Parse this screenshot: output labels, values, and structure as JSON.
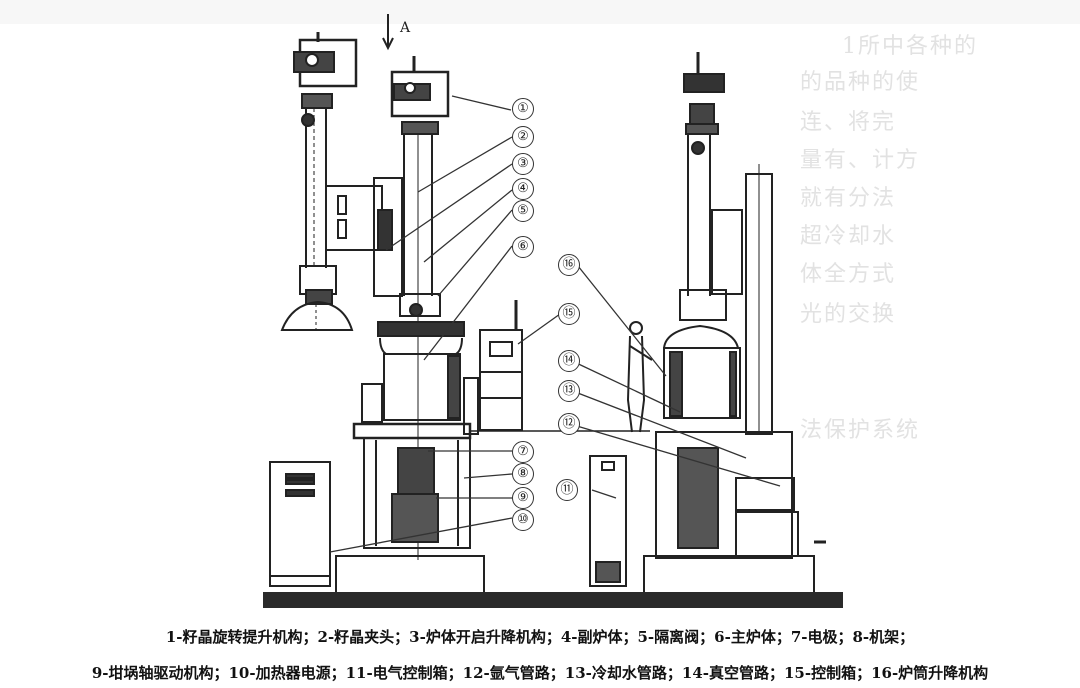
{
  "figure": {
    "view_label": "A",
    "ghost_text_lines": [
      "1所中各种的",
      "的品种的使",
      "连、将完",
      "量有、计方",
      "就有分法",
      "超冷却水",
      "体全方式",
      "光的交换",
      "法保护系统"
    ],
    "callouts": [
      {
        "num": "①",
        "label": "籽晶旋转提升机构"
      },
      {
        "num": "②",
        "label": "籽晶夹头"
      },
      {
        "num": "③",
        "label": "炉体开启升降机构"
      },
      {
        "num": "④",
        "label": "副炉体"
      },
      {
        "num": "⑤",
        "label": "隔离阀"
      },
      {
        "num": "⑥",
        "label": "主炉体"
      },
      {
        "num": "⑦",
        "label": "电极"
      },
      {
        "num": "⑧",
        "label": "机架"
      },
      {
        "num": "⑨",
        "label": "坩埚轴驱动机构"
      },
      {
        "num": "⑩",
        "label": "加热器电源"
      },
      {
        "num": "⑪",
        "label": "电气控制箱"
      },
      {
        "num": "⑫",
        "label": "氩气管路"
      },
      {
        "num": "⑬",
        "label": "冷却水管路"
      },
      {
        "num": "⑭",
        "label": "真空管路"
      },
      {
        "num": "⑮",
        "label": "控制箱"
      },
      {
        "num": "⑯",
        "label": "炉筒升降机构"
      }
    ]
  },
  "caption": {
    "line1": "1-籽晶旋转提升机构；2-籽晶夹头；3-炉体开启升降机构；4-副炉体；5-隔离阀；6-主炉体；7-电极；8-机架；",
    "line2": "9-坩埚轴驱动机构；10-加热器电源；11-电气控制箱；12-氩气管路；13-冷却水管路；14-真空管路；15-控制箱；16-炉筒升降机构"
  }
}
